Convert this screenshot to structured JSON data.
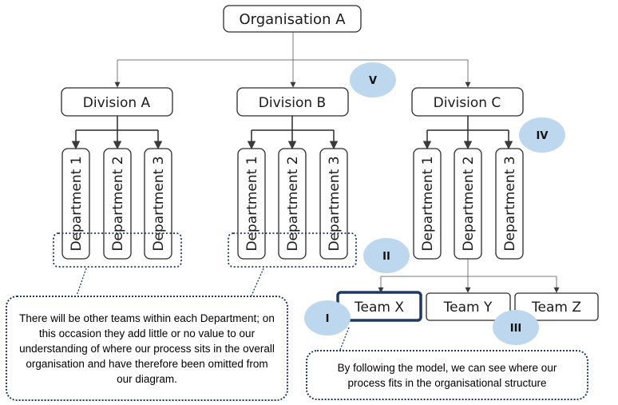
{
  "organisation": {
    "label": "Organisation A"
  },
  "divisions": [
    {
      "label": "Division A",
      "departments": [
        "Department 1",
        "Department 2",
        "Department 3"
      ]
    },
    {
      "label": "Division B",
      "departments": [
        "Department 1",
        "Department 2",
        "Department 3"
      ]
    },
    {
      "label": "Division C",
      "departments": [
        "Department 1",
        "Department 2",
        "Department 3"
      ]
    }
  ],
  "teams": [
    {
      "label": "Team X",
      "highlighted": true
    },
    {
      "label": "Team Y",
      "highlighted": false
    },
    {
      "label": "Team Z",
      "highlighted": false
    }
  ],
  "markers": {
    "v": "V",
    "iv": "IV",
    "iii": "III",
    "ii": "II",
    "i": "I"
  },
  "notes": {
    "omitted_teams": "There will be other teams within each Department; on this occasion they add little or no value to our understanding of where our process sits in the overall organisation and have therefore been omitted from our diagram.",
    "model": "By following the model, we can see where our process fits in the organisational structure"
  },
  "colors": {
    "box_border": "#2b2b2b",
    "highlight_border": "#1f3864",
    "marker_fill": "#bdd7ee",
    "line": "#3a3a3a"
  }
}
